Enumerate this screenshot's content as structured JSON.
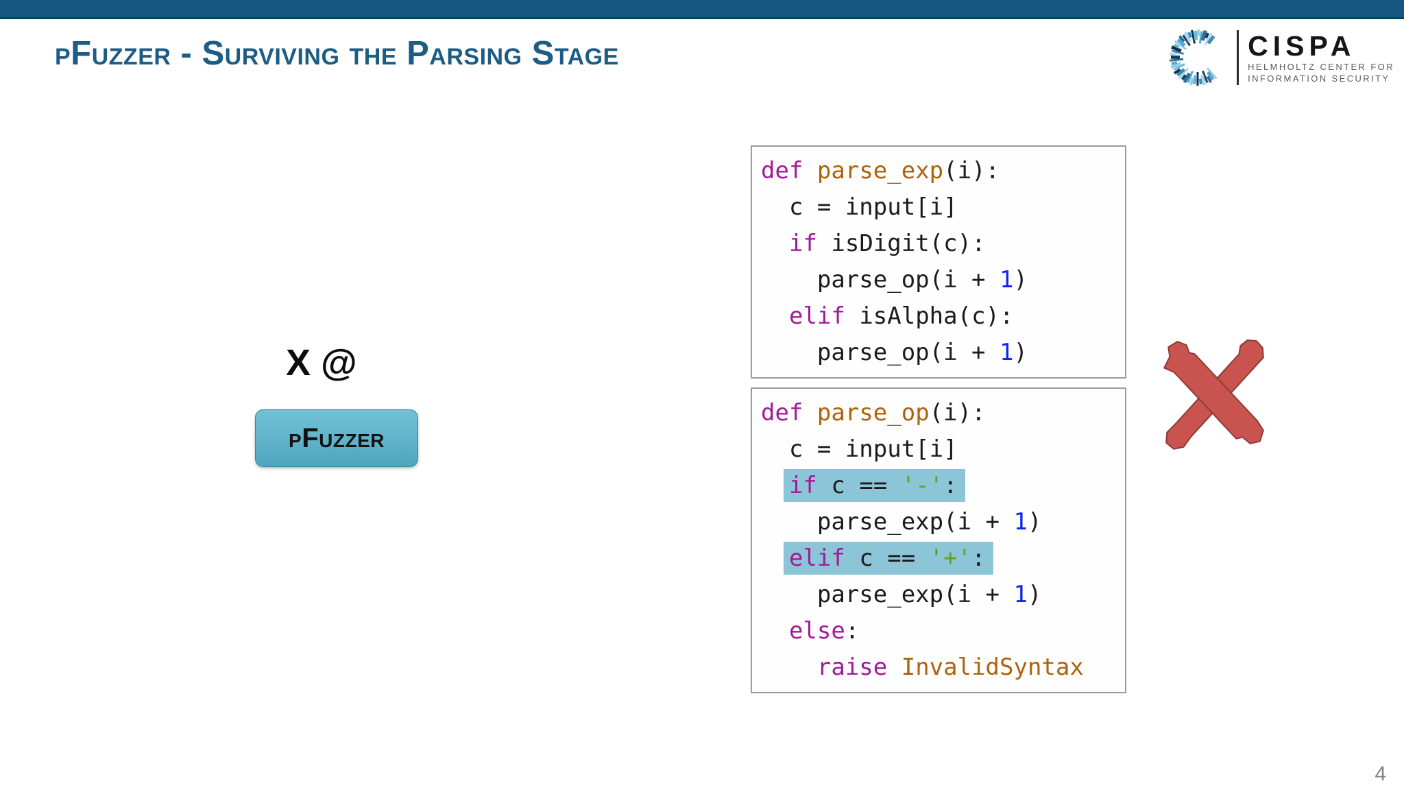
{
  "slide": {
    "title": "pFuzzer - Surviving the Parsing Stage",
    "page_number": "4"
  },
  "logo": {
    "name": "CISPA",
    "subtitle_line1": "HELMHOLTZ CENTER FOR",
    "subtitle_line2": "INFORMATION SECURITY",
    "mark_colors": [
      "#8ecfe6",
      "#57a8cf",
      "#2b6e9c",
      "#1c3a5a",
      "#a8d8ea",
      "#3d8ab5",
      "#16314d",
      "#6fb9d8"
    ]
  },
  "fuzzer": {
    "input_label": "X @",
    "button_label": "pFuzzer"
  },
  "colors": {
    "topbar": "#155781",
    "title": "#1c5c85",
    "keyword": "#a21a9b",
    "function": "#b0620a",
    "number": "#0b24fb",
    "string": "#62a420",
    "highlight": "#8cc5d7",
    "button_top": "#72c2d6",
    "button_bottom": "#4fa6bf",
    "cross": "#c9534f"
  },
  "code_blocks": [
    {
      "id": "parse_exp",
      "lines": [
        {
          "highlight": false,
          "tokens": [
            [
              "kw",
              "def"
            ],
            [
              "pl",
              " "
            ],
            [
              "fn",
              "parse_exp"
            ],
            [
              "pl",
              "(i):"
            ]
          ]
        },
        {
          "highlight": false,
          "tokens": [
            [
              "pl",
              "  c = input[i]"
            ]
          ]
        },
        {
          "highlight": false,
          "tokens": [
            [
              "pl",
              "  "
            ],
            [
              "kw",
              "if"
            ],
            [
              "pl",
              " isDigit(c):"
            ]
          ]
        },
        {
          "highlight": false,
          "tokens": [
            [
              "pl",
              "    parse_op(i + "
            ],
            [
              "num",
              "1"
            ],
            [
              "pl",
              ")"
            ]
          ]
        },
        {
          "highlight": false,
          "tokens": [
            [
              "pl",
              "  "
            ],
            [
              "kw",
              "elif"
            ],
            [
              "pl",
              " isAlpha(c):"
            ]
          ]
        },
        {
          "highlight": false,
          "tokens": [
            [
              "pl",
              "    parse_op(i + "
            ],
            [
              "num",
              "1"
            ],
            [
              "pl",
              ")"
            ]
          ]
        }
      ]
    },
    {
      "id": "parse_op",
      "lines": [
        {
          "highlight": false,
          "tokens": [
            [
              "kw",
              "def"
            ],
            [
              "pl",
              " "
            ],
            [
              "fn",
              "parse_op"
            ],
            [
              "pl",
              "(i):"
            ]
          ]
        },
        {
          "highlight": false,
          "tokens": [
            [
              "pl",
              "  c = input[i]"
            ]
          ]
        },
        {
          "highlight": true,
          "indent": "  ",
          "tokens": [
            [
              "kw",
              "if"
            ],
            [
              "pl",
              " c == "
            ],
            [
              "str",
              "'-'"
            ],
            [
              "pl",
              ":"
            ]
          ]
        },
        {
          "highlight": false,
          "tokens": [
            [
              "pl",
              "    parse_exp(i + "
            ],
            [
              "num",
              "1"
            ],
            [
              "pl",
              ")"
            ]
          ]
        },
        {
          "highlight": true,
          "indent": "  ",
          "tokens": [
            [
              "kw",
              "elif"
            ],
            [
              "pl",
              " c == "
            ],
            [
              "str",
              "'+'"
            ],
            [
              "pl",
              ":"
            ]
          ]
        },
        {
          "highlight": false,
          "tokens": [
            [
              "pl",
              "    parse_exp(i + "
            ],
            [
              "num",
              "1"
            ],
            [
              "pl",
              ")"
            ]
          ]
        },
        {
          "highlight": false,
          "tokens": [
            [
              "pl",
              "  "
            ],
            [
              "kw",
              "else"
            ],
            [
              "pl",
              ":"
            ]
          ]
        },
        {
          "highlight": false,
          "tokens": [
            [
              "pl",
              "    "
            ],
            [
              "kw",
              "raise"
            ],
            [
              "pl",
              " "
            ],
            [
              "fn",
              "InvalidSyntax"
            ]
          ]
        }
      ]
    }
  ]
}
